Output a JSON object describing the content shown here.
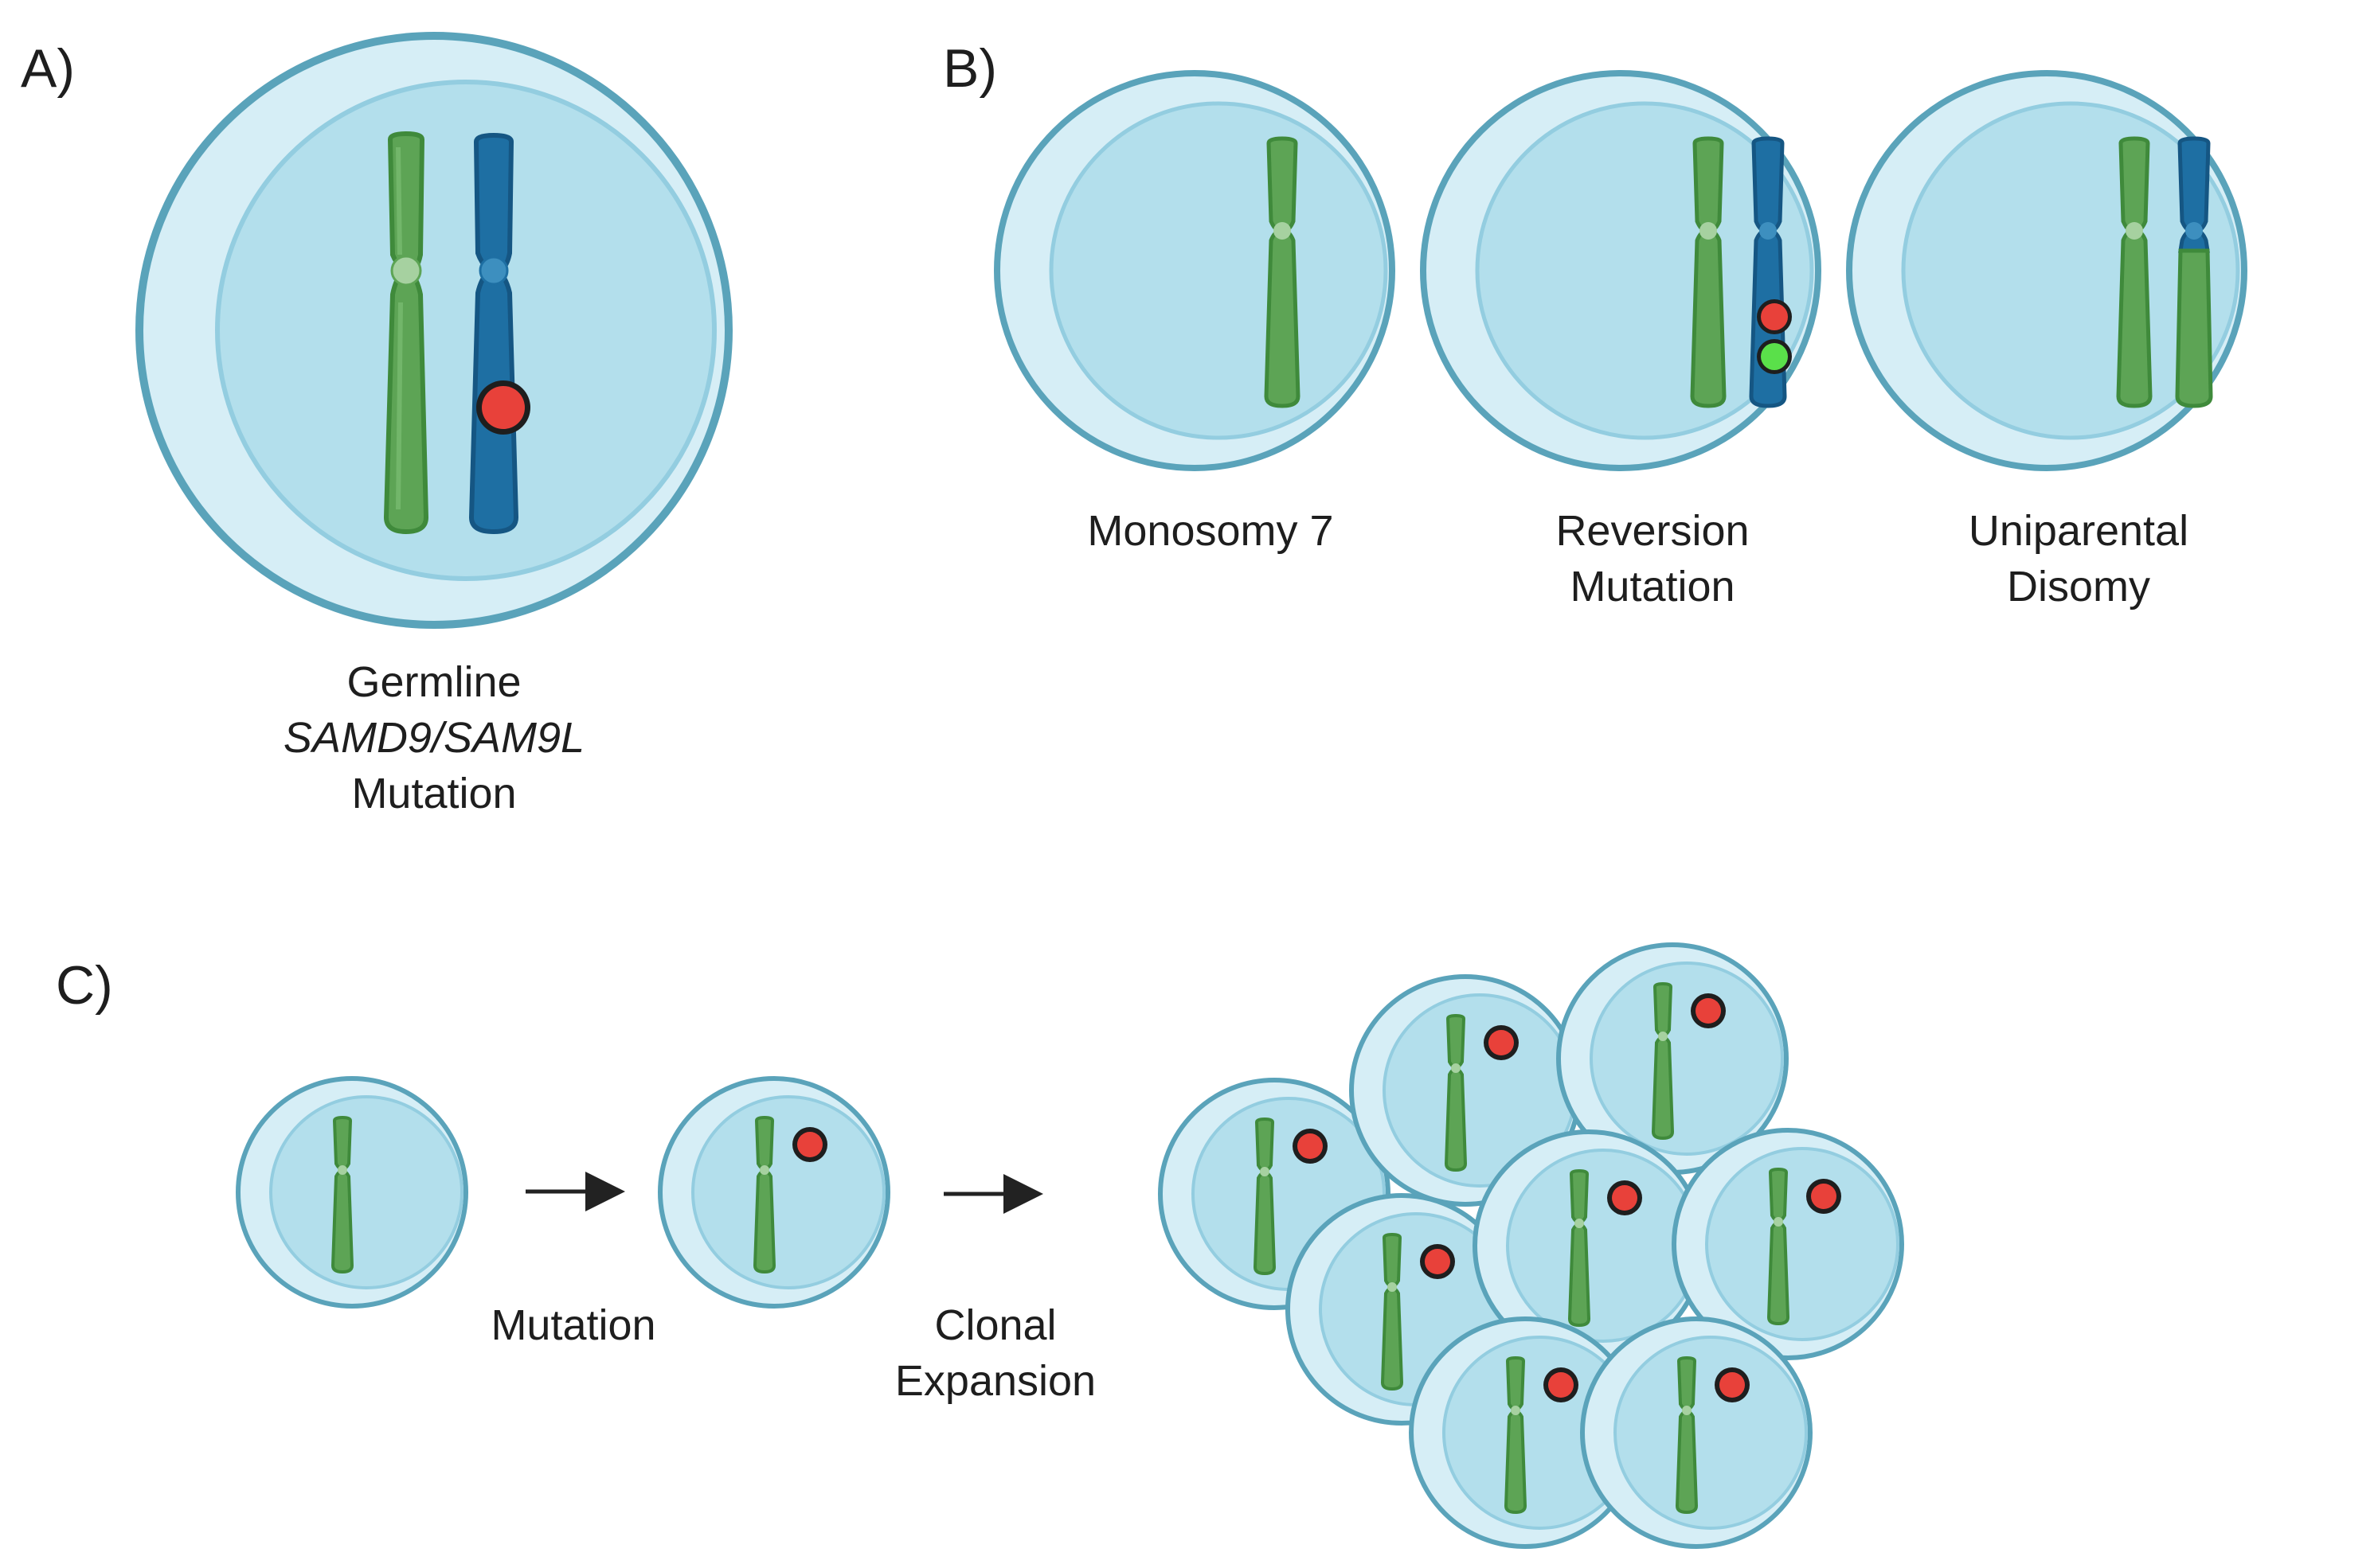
{
  "panels": {
    "a": {
      "letter": "A)",
      "caption_line1": "Germline",
      "caption_line2": "SAMD9/SAM9L",
      "caption_line3": "Mutation"
    },
    "b": {
      "letter": "B)",
      "cells": [
        {
          "label_line1": "Monosomy 7",
          "label_line2": ""
        },
        {
          "label_line1": "Reversion",
          "label_line2": "Mutation"
        },
        {
          "label_line1": "Uniparental",
          "label_line2": "Disomy"
        }
      ]
    },
    "c": {
      "letter": "C)",
      "step1_line1": "Mutation",
      "step2_line1": "Clonal",
      "step2_line2": "Expansion"
    }
  },
  "colors": {
    "cell_fill": "#b3dfec",
    "cell_rim": "#d6eef6",
    "cell_stroke": "#5aa3ba",
    "nucleus_fill": "#a9d9e8",
    "chromosome_green": "#5da455",
    "chromosome_green_dark": "#3f8a3b",
    "chromosome_blue": "#1e6fa3",
    "chromosome_blue_dark": "#155683",
    "mutation_red": "#e8413a",
    "reversion_green": "#5ae04a",
    "arrow": "#222222"
  }
}
